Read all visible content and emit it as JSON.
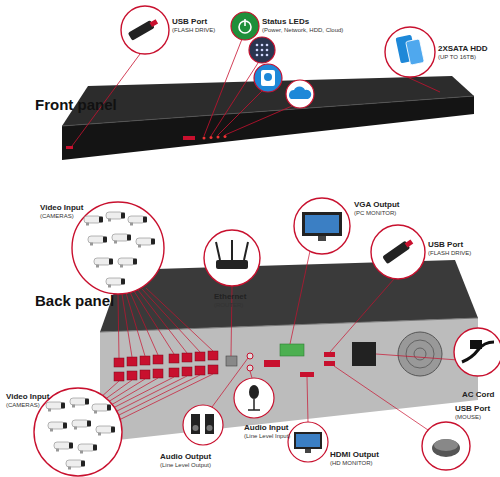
{
  "diagram": {
    "labels": [
      "USB Port",
      "(FLASH DRIVE)",
      "Status LEDs",
      "(Power, Network, HDD, Cloud)",
      "2XSATA HDD",
      "(UP TO 16TB)",
      "Front panel",
      "Video Input",
      "(CAMERAS)",
      "Ethernet",
      "(ROUTER)",
      "VGA Output",
      "(PC MONITOR)",
      "USB Port",
      "(FLASH DRIVE)",
      "Back panel",
      "AC Cord",
      "Video Input",
      "(CAMERAS)",
      "Audio Input",
      "(Line Level Input)",
      "Audio Output",
      "(Line Level Output)",
      "HDMI Output",
      "(HD MONITOR)",
      "USB Port",
      "(MOUSE)"
    ]
  }
}
